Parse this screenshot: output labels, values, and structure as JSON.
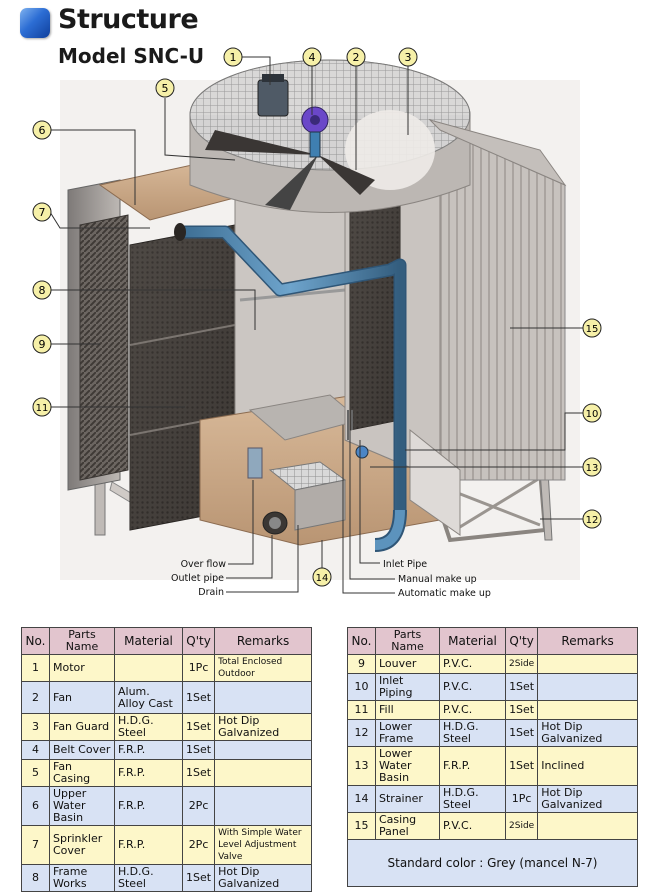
{
  "header": {
    "title": "Structure",
    "subtitle": "Model SNC-U"
  },
  "callouts": [
    "1",
    "2",
    "3",
    "4",
    "5",
    "6",
    "7",
    "8",
    "9",
    "10",
    "11",
    "12",
    "13",
    "14",
    "15"
  ],
  "diagram_labels": {
    "over_flow": "Over flow",
    "outlet_pipe": "Outlet pipe",
    "drain": "Drain",
    "inlet_pipe": "Inlet Pipe",
    "manual_make_up": "Manual make up",
    "automatic_make_up": "Automatic make up"
  },
  "table_headers": {
    "no": "No.",
    "parts_name": "Parts Name",
    "material": "Material",
    "qty": "Q'ty",
    "remarks": "Remarks"
  },
  "left_parts": [
    {
      "no": "1",
      "name": "Motor",
      "material": "",
      "qty": "1Pc",
      "remarks": "Total Enclosed Outdoor"
    },
    {
      "no": "2",
      "name": "Fan",
      "material": "Alum. Alloy Cast",
      "qty": "1Set",
      "remarks": ""
    },
    {
      "no": "3",
      "name": "Fan Guard",
      "material": "H.D.G. Steel",
      "qty": "1Set",
      "remarks": "Hot Dip Galvanized"
    },
    {
      "no": "4",
      "name": "Belt Cover",
      "material": "F.R.P.",
      "qty": "1Set",
      "remarks": ""
    },
    {
      "no": "5",
      "name": "Fan Casing",
      "material": "F.R.P.",
      "qty": "1Set",
      "remarks": ""
    },
    {
      "no": "6",
      "name": "Upper Water Basin",
      "material": "F.R.P.",
      "qty": "2Pc",
      "remarks": ""
    },
    {
      "no": "7",
      "name": "Sprinkler Cover",
      "material": "F.R.P.",
      "qty": "2Pc",
      "remarks": "With Simple Water Level Adjustment Valve"
    },
    {
      "no": "8",
      "name": "Frame Works",
      "material": "H.D.G. Steel",
      "qty": "1Set",
      "remarks": "Hot Dip Galvanized"
    }
  ],
  "right_parts": [
    {
      "no": "9",
      "name": "Louver",
      "material": "P.V.C.",
      "qty": "2Side",
      "remarks": ""
    },
    {
      "no": "10",
      "name": "Inlet Piping",
      "material": "P.V.C.",
      "qty": "1Set",
      "remarks": ""
    },
    {
      "no": "11",
      "name": "Fill",
      "material": "P.V.C.",
      "qty": "1Set",
      "remarks": ""
    },
    {
      "no": "12",
      "name": "Lower Frame",
      "material": "H.D.G. Steel",
      "qty": "1Set",
      "remarks": "Hot Dip Galvanized"
    },
    {
      "no": "13",
      "name": "Lower Water Basin",
      "material": "F.R.P.",
      "qty": "1Set",
      "remarks": "Inclined"
    },
    {
      "no": "14",
      "name": "Strainer",
      "material": "H.D.G. Steel",
      "qty": "1Pc",
      "remarks": "Hot Dip Galvanized"
    },
    {
      "no": "15",
      "name": "Casing Panel",
      "material": "P.V.C.",
      "qty": "2Side",
      "remarks": ""
    }
  ],
  "standard_color": "Standard color : Grey (mancel N-7)"
}
